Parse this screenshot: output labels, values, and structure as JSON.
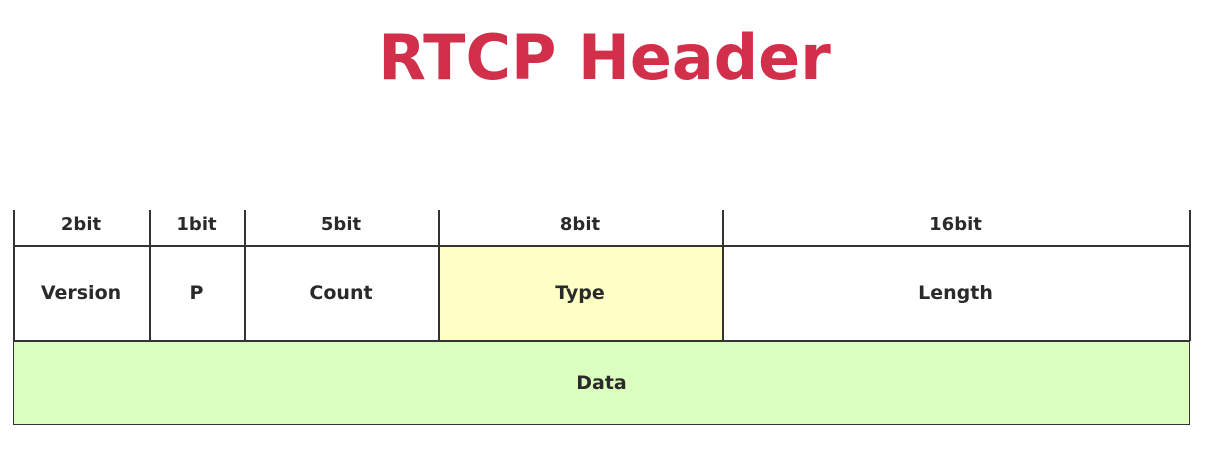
{
  "title": "RTCP Header",
  "colors": {
    "title": "#d22f4a",
    "type_field": "#fdffc4",
    "data_field": "#dbffbf",
    "lines": "#333333"
  },
  "fields": [
    {
      "bits": "2bit",
      "name": "Version"
    },
    {
      "bits": "1bit",
      "name": "P"
    },
    {
      "bits": "5bit",
      "name": "Count"
    },
    {
      "bits": "8bit",
      "name": "Type"
    },
    {
      "bits": "16bit",
      "name": "Length"
    }
  ],
  "data_field": "Data"
}
